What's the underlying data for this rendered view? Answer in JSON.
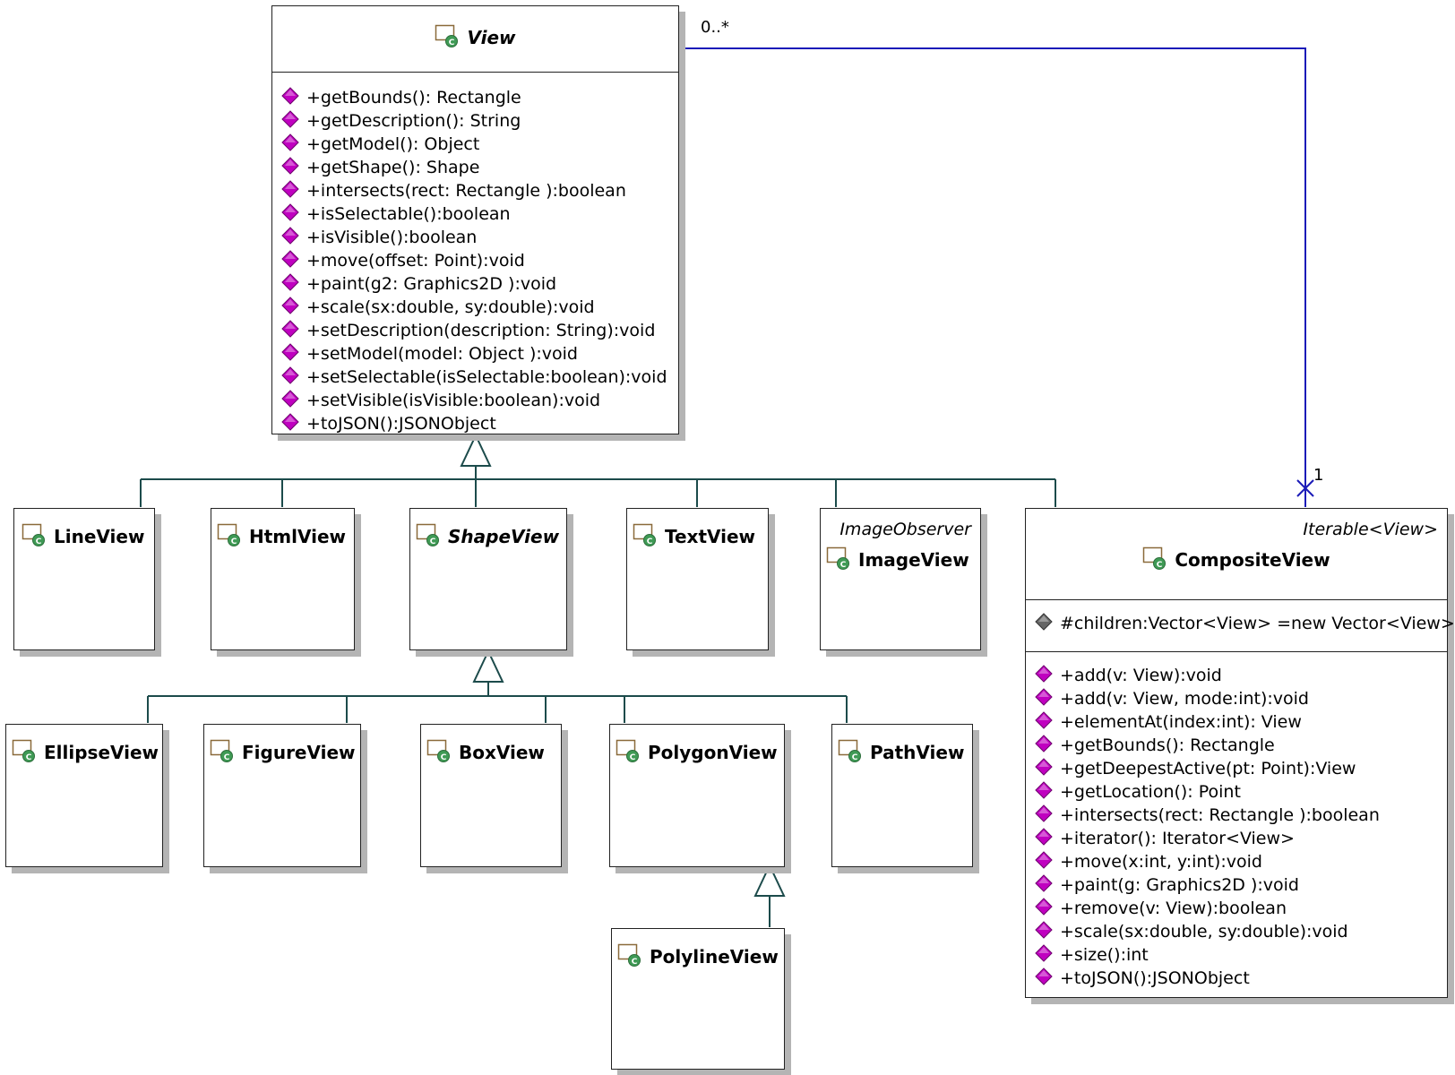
{
  "colors": {
    "generalization": "#1c4b4b",
    "association": "#1b1bb8",
    "method_icon": "#c000c0",
    "field_icon": "#666666",
    "class_icon_badge": "#3f9a55"
  },
  "icons": {
    "class": "class-icon",
    "method": "method-diamond-icon",
    "field": "field-diamond-icon"
  },
  "classes": {
    "view": {
      "name": "View",
      "abstract": true,
      "methods": [
        "+getBounds(): Rectangle",
        "+getDescription(): String",
        "+getModel(): Object",
        "+getShape(): Shape",
        "+intersects(rect:  Rectangle ):boolean",
        "+isSelectable():boolean",
        "+isVisible():boolean",
        "+move(offset:  Point):void",
        "+paint(g2: Graphics2D ):void",
        "+scale(sx:double, sy:double):void",
        "+setDescription(description:  String):void",
        "+setModel(model: Object ):void",
        "+setSelectable(isSelectable:boolean):void",
        "+setVisible(isVisible:boolean):void",
        "+toJSON():JSONObject"
      ]
    },
    "line_view": {
      "name": "LineView"
    },
    "html_view": {
      "name": "HtmlView"
    },
    "shape_view": {
      "name": "ShapeView",
      "abstract": true
    },
    "text_view": {
      "name": "TextView"
    },
    "image_view": {
      "name": "ImageView",
      "stereotype": "ImageObserver"
    },
    "composite_view": {
      "name": "CompositeView",
      "stereotype": "Iterable<View>",
      "fields": [
        "#children:Vector<View> =new Vector<View>"
      ],
      "methods": [
        "+add(v: View):void",
        "+add(v: View, mode:int):void",
        "+elementAt(index:int): View",
        "+getBounds(): Rectangle",
        "+getDeepestActive(pt:  Point):View",
        "+getLocation(): Point",
        "+intersects(rect:  Rectangle ):boolean",
        "+iterator(): Iterator<View>",
        "+move(x:int, y:int):void",
        "+paint(g: Graphics2D ):void",
        "+remove(v:  View):boolean",
        "+scale(sx:double, sy:double):void",
        "+size():int",
        "+toJSON():JSONObject"
      ]
    },
    "ellipse_view": {
      "name": "EllipseView"
    },
    "figure_view": {
      "name": "FigureView"
    },
    "box_view": {
      "name": "BoxView"
    },
    "polygon_view": {
      "name": "PolygonView"
    },
    "path_view": {
      "name": "PathView"
    },
    "polyline_view": {
      "name": "PolylineView"
    }
  },
  "association": {
    "source_multiplicity": "0..*",
    "target_multiplicity": "1"
  }
}
